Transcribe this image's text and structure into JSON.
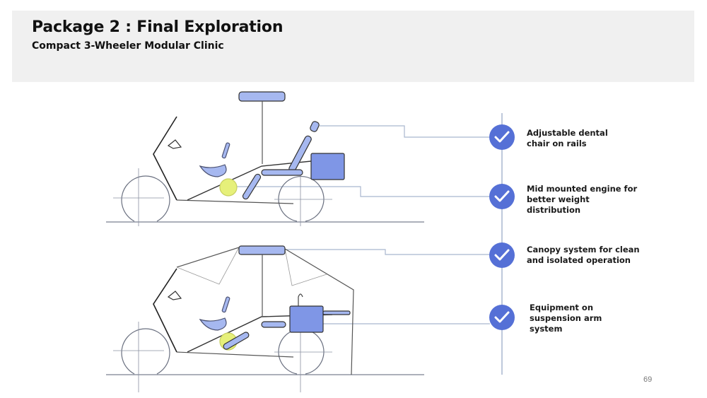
{
  "header": {
    "title": "Package 2 : Final Exploration",
    "subtitle": "Compact 3-Wheeler Modular Clinic"
  },
  "features": [
    {
      "icon": "check-icon",
      "line1": "Adjustable dental",
      "line2": "chair on rails",
      "line3": ""
    },
    {
      "icon": "check-icon",
      "line1": "Mid mounted engine for",
      "line2": "better weight",
      "line3": "distribution"
    },
    {
      "icon": "check-icon",
      "line1": "Canopy system for clean",
      "line2": "and isolated operation",
      "line3": ""
    },
    {
      "icon": "check-icon",
      "line1": "Equipment on",
      "line2": "suspension arm",
      "line3": "system"
    }
  ],
  "colors": {
    "accent": "#5570d6",
    "highlight_blue": "#8fa6ec",
    "engine_yellow": "#e6f07a",
    "connector_line": "#a9b6cf"
  },
  "page_number": "69"
}
